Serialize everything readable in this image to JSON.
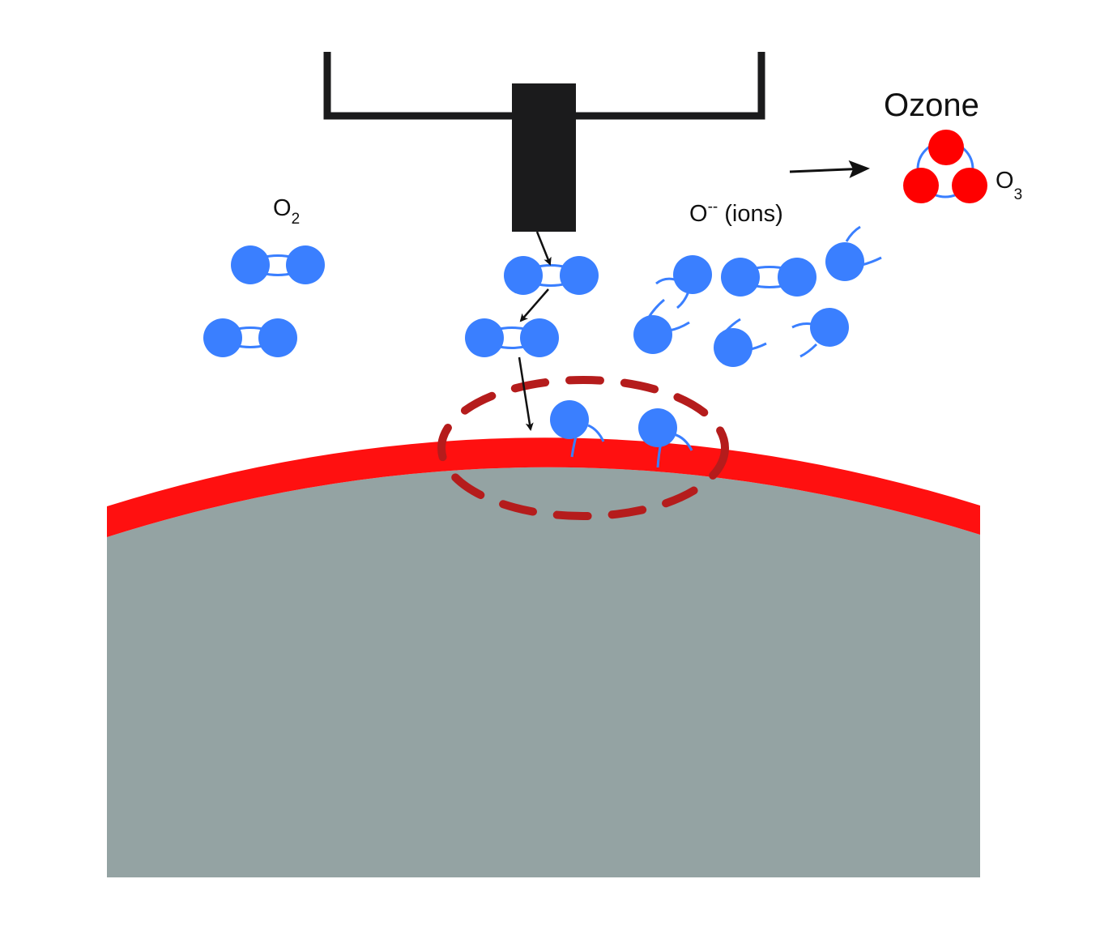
{
  "labels": {
    "ozone_title": "Ozone",
    "o3_base": "O",
    "o3_sub": "3",
    "o2_base": "O",
    "o2_sub": "2",
    "ion_base": "O",
    "ion_sup": "--",
    "ion_text": " (ions)"
  },
  "colors": {
    "oxygen_blue": "#3a7fff",
    "ozone_red": "#ff0000",
    "bond_blue": "#3a7fff",
    "surface_layer": "#ff1010",
    "substrate": "#94a3a3",
    "electrode": "#1b1b1c",
    "dashed_region": "#b51c1c",
    "arrow": "#111111"
  }
}
